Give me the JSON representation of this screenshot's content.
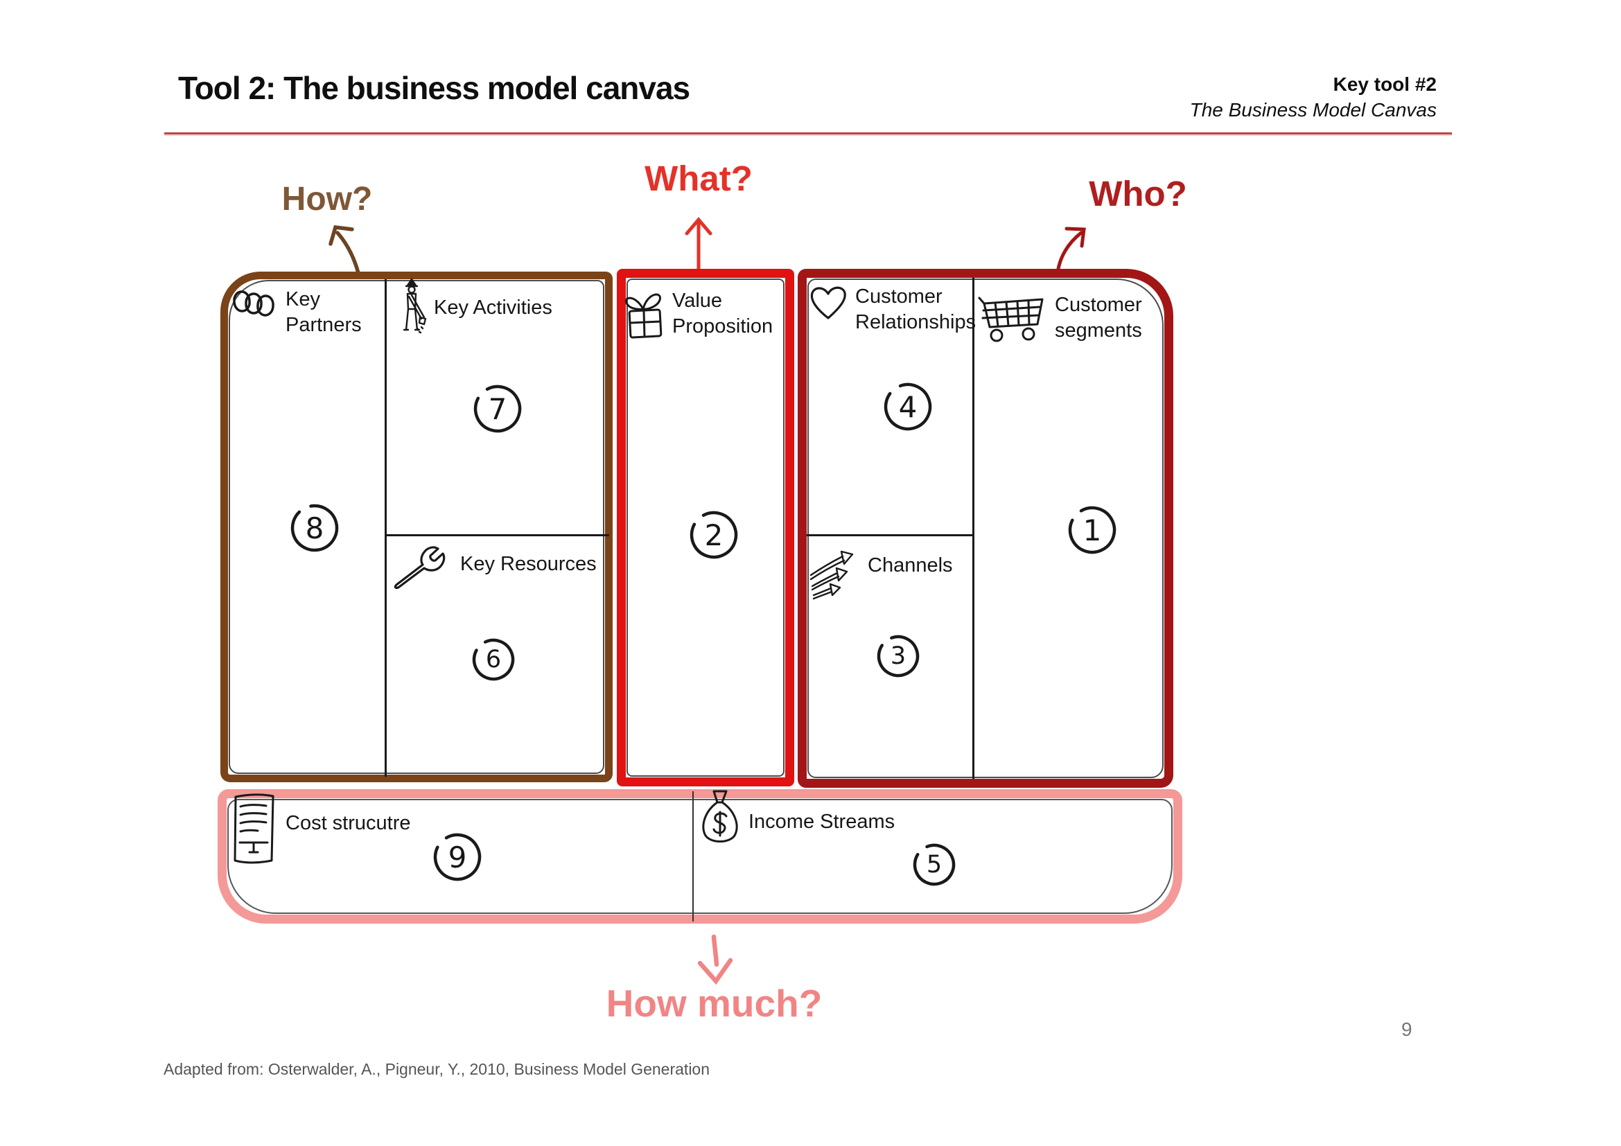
{
  "header": {
    "title": "Tool 2: The business model canvas",
    "key_tool": "Key tool #2",
    "subtitle": "The Business Model Canvas"
  },
  "annotations": {
    "how": "How?",
    "what": "What?",
    "who": "Who?",
    "how_much": "How much?"
  },
  "blocks": {
    "key_partners": {
      "line1": "Key",
      "line2": "Partners",
      "number": "8",
      "icon": "linked-rings-icon"
    },
    "key_activities": {
      "label": "Key Activities",
      "number": "7",
      "icon": "digging-person-icon"
    },
    "key_resources": {
      "label": "Key Resources",
      "number": "6",
      "icon": "wrench-icon"
    },
    "value_proposition": {
      "line1": "Value",
      "line2": "Proposition",
      "number": "2",
      "icon": "gift-icon"
    },
    "customer_relationships": {
      "line1": "Customer",
      "line2": "Relationships",
      "number": "4",
      "icon": "heart-icon"
    },
    "channels": {
      "label": "Channels",
      "number": "3",
      "icon": "spread-arrows-icon"
    },
    "customer_segments": {
      "line1": "Customer",
      "line2": "segments",
      "number": "1",
      "icon": "shopping-cart-icon"
    },
    "cost_structure": {
      "label": "Cost strucutre",
      "number": "9",
      "icon": "document-icon"
    },
    "income_streams": {
      "label": "Income Streams",
      "number": "5",
      "icon": "money-bag-icon"
    }
  },
  "footer": {
    "citation": "Adapted from: Osterwalder, A., Pigneur, Y., 2010, Business Model Generation",
    "page_number": "9"
  },
  "colors": {
    "how_section_border": "#7a4318",
    "what_section_border": "#e01212",
    "who_section_border": "#a31616",
    "how_much_band_border": "#f49898",
    "how_text": "#7d5737",
    "what_text": "#e43229",
    "who_text": "#af1f1f",
    "how_much_text": "#f18585",
    "header_rule": "#b94a48"
  }
}
